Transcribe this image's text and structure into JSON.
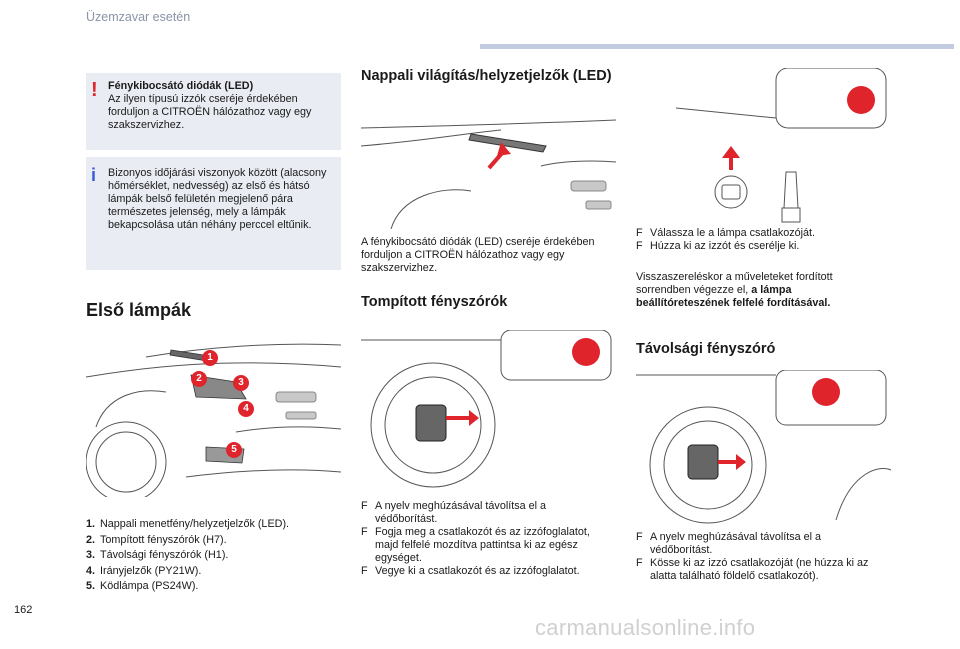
{
  "header": {
    "section_title": "Üzemzavar esetén"
  },
  "page_number": "162",
  "watermark": "carmanualsonline.info",
  "warning_note": {
    "icon": "exclamation-icon",
    "title": "Fénykibocsátó diódák (LED)",
    "text": "Az ilyen típusú izzók cseréje érdekében forduljon a CITROËN hálózathoz vagy egy szakszervizhez."
  },
  "info_note": {
    "icon": "info-icon",
    "text": "Bizonyos időjárási viszonyok között (alacsony hőmérséklet, nedvesség) az első és hátsó lámpák belső felületén megjelenő pára természetes jelenség, mely a lámpák bekapcsolása után néhány perccel eltűnik."
  },
  "first_lamps": {
    "heading": "Első lámpák",
    "callouts": [
      "1",
      "2",
      "3",
      "4",
      "5"
    ],
    "items": [
      {
        "num": "1.",
        "label": "Nappali menetfény/helyzetjelzők (LED)."
      },
      {
        "num": "2.",
        "label": "Tompított fényszórók (H7)."
      },
      {
        "num": "3.",
        "label": "Távolsági fényszórók (H1)."
      },
      {
        "num": "4.",
        "label": "Irányjelzők (PY21W)."
      },
      {
        "num": "5.",
        "label": "Ködlámpa (PS24W)."
      }
    ]
  },
  "daytime": {
    "heading": "Nappali világítás/helyzetjelzők (LED)",
    "text": "A fénykibocsátó diódák (LED) cseréje érdekében forduljon a CITROËN hálózathoz vagy egy szakszervizhez."
  },
  "dipped": {
    "heading": "Tompított fényszórók",
    "steps": [
      "A nyelv meghúzásával távolítsa el a védőborítást.",
      "Fogja meg a csatlakozót és az izzófoglalatot, majd felfelé mozdítva pattintsa ki az egész egységet.",
      "Vegye ki a csatlakozót és az izzófoglalatot."
    ]
  },
  "bulb_replace": {
    "steps": [
      "Válassza le a lámpa csatlakozóját.",
      "Húzza ki az izzót és cserélje ki."
    ],
    "reassembly_text": "Visszaszereléskor a műveleteket fordított sorrendben végezze el,",
    "reassembly_bold": "a lámpa beállítóreteszének felfelé fordításával."
  },
  "main_beam": {
    "heading": "Távolsági fényszóró",
    "steps": [
      "A nyelv meghúzásával távolítsa el a védőborítást.",
      "Kösse ki az izzó csatlakozóját (ne húzza ki az alatta található földelő csatlakozót)."
    ]
  },
  "step_symbol": "",
  "colors": {
    "accent_red": "#e0242c",
    "info_blue": "#3a5bd9",
    "note_bg": "#e9ecf2",
    "header_bar": "#c3cbe0"
  }
}
